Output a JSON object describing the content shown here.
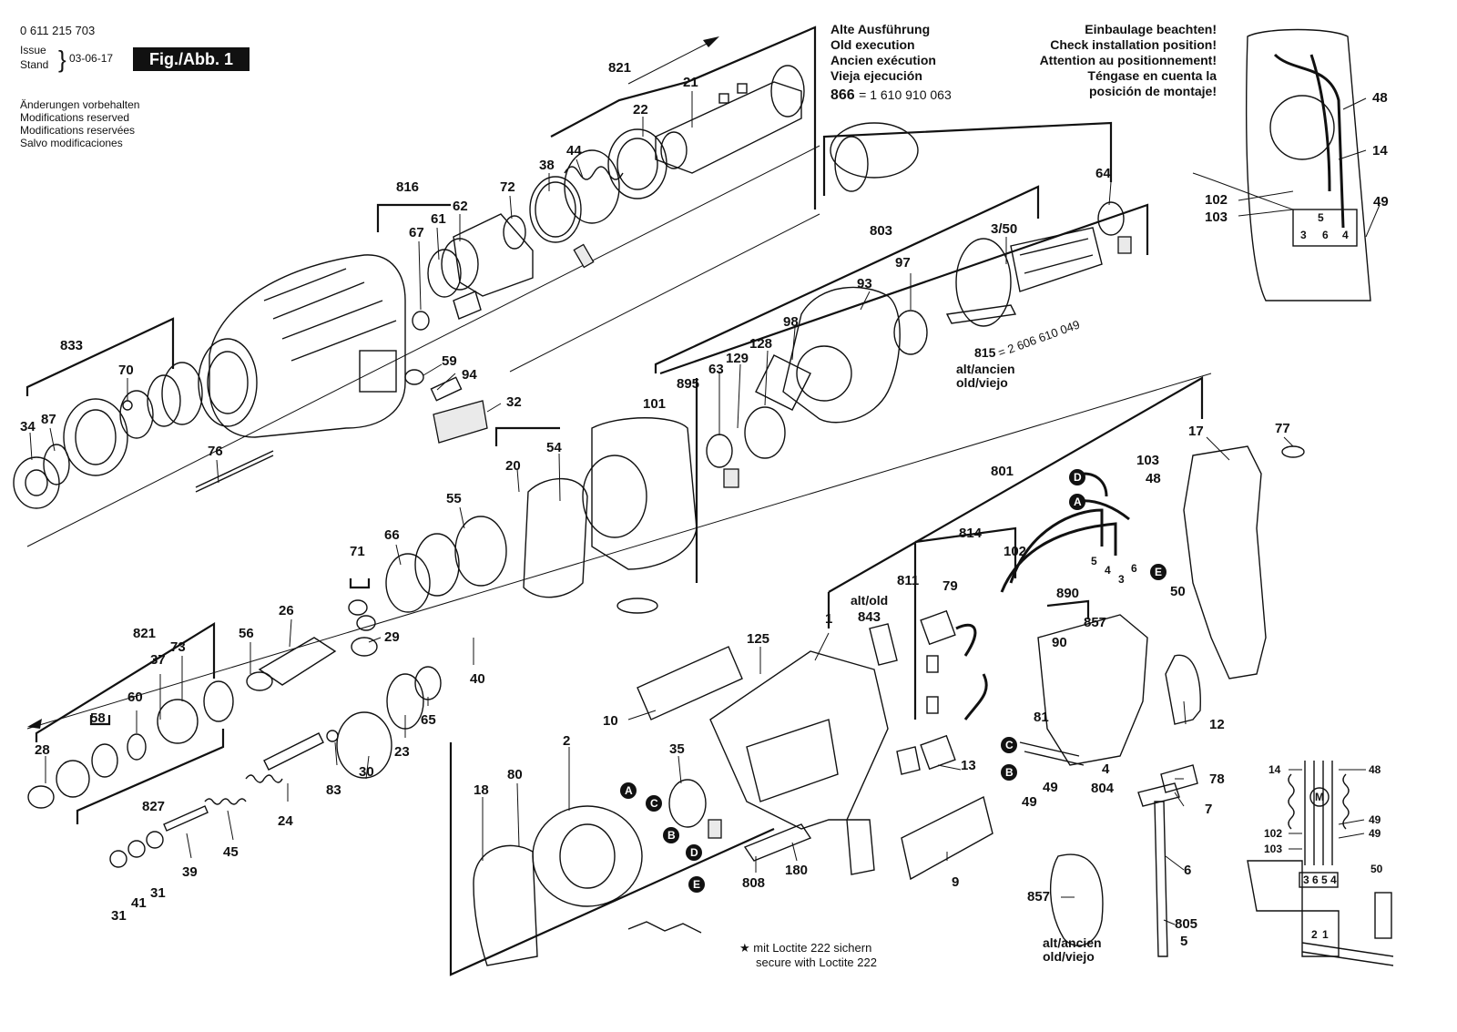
{
  "header": {
    "part_number": "0 611 215 703",
    "issue_label": "Issue",
    "stand_label": "Stand",
    "date": "03-06-17",
    "figure_label": "Fig./Abb. 1",
    "modifications": [
      "Änderungen vorbehalten",
      "Modifications reserved",
      "Modifications reservées",
      "Salvo modificaciones"
    ]
  },
  "old_execution_note": {
    "lines": [
      "Alte Ausführung",
      "Old execution",
      "Ancien exécution",
      "Vieja ejecución"
    ],
    "part_ref": "866",
    "part_value": "= 1 610 910 063"
  },
  "install_note": {
    "lines": [
      "Einbaulage beachten!",
      "Check installation position!",
      "Attention au positionnement!",
      "Téngase en cuenta la",
      "posición de montaje!"
    ]
  },
  "loctite_note": {
    "line1": "★ mit Loctite 222 sichern",
    "line2": "secure with Loctite 222"
  },
  "alt_note": {
    "line1": "alt/ancien",
    "line2": "old/viejo"
  },
  "alt_old_label": "alt/old",
  "armature_ref": {
    "ref": "815",
    "value": "= 2 606 610 049"
  },
  "callouts": {
    "c821a": "821",
    "c21": "21",
    "c22": "22",
    "c44": "44",
    "c38": "38",
    "c72": "72",
    "c816": "816",
    "c67": "67",
    "c61": "61",
    "c62": "62",
    "c833": "833",
    "c70": "70",
    "c87": "87",
    "c34": "34",
    "c59": "59",
    "c94": "94",
    "c32": "32",
    "c76": "76",
    "c803": "803",
    "c64": "64",
    "c350": "3/50",
    "c93": "93",
    "c97": "97",
    "c98": "98",
    "c128": "128",
    "c129": "129",
    "c63": "63",
    "c895": "895",
    "c101": "101",
    "c20": "20",
    "c54": "54",
    "c55": "55",
    "c66": "66",
    "c71": "71",
    "c29": "29",
    "c26": "26",
    "c56": "56",
    "c40": "40",
    "c821b": "821",
    "c37": "37",
    "c73": "73",
    "c60": "60",
    "c58": "58",
    "c28": "28",
    "c827": "827",
    "c83": "83",
    "c30": "30",
    "c23": "23",
    "c65": "65",
    "c24": "24",
    "c45": "45",
    "c39": "39",
    "c31a": "31",
    "c41": "41",
    "c31b": "31",
    "c17": "17",
    "c77": "77",
    "c801": "801",
    "c103a": "103",
    "c48a": "48",
    "c814": "814",
    "c102a": "102",
    "c811": "811",
    "c79": "79",
    "c843": "843",
    "c890": "890",
    "c857a": "857",
    "c90": "90",
    "c50a": "50",
    "c81": "81",
    "c12": "12",
    "c4": "4",
    "c804": "804",
    "c78": "78",
    "c7": "7",
    "c49a": "49",
    "c49b": "49",
    "c6": "6",
    "c805": "805",
    "c5": "5",
    "c857b": "857",
    "c1": "1",
    "c125": "125",
    "c10": "10",
    "c2": "2",
    "c35": "35",
    "c18": "18",
    "c80": "80",
    "c13": "13",
    "c808": "808",
    "c180": "180",
    "c9": "9",
    "c48b": "48",
    "c14a": "14",
    "c102b": "102",
    "c103b": "103",
    "c49c": "49",
    "c14b": "14",
    "c48c": "48",
    "c49d": "49",
    "c49e": "49",
    "c102c": "102",
    "c103c": "103",
    "c50b": "50"
  },
  "terminal_labels": {
    "t5": "5",
    "t4": "4",
    "t3": "3",
    "t6": "6",
    "s3": "3",
    "s6": "6",
    "s5": "5",
    "s4": "4",
    "p3": "3",
    "p6": "6",
    "p5": "5",
    "p4": "4",
    "p2": "2",
    "p1": "1",
    "motor": "M"
  },
  "wire_markers": {
    "A": "A",
    "B": "B",
    "C": "C",
    "D": "D",
    "E": "E"
  }
}
